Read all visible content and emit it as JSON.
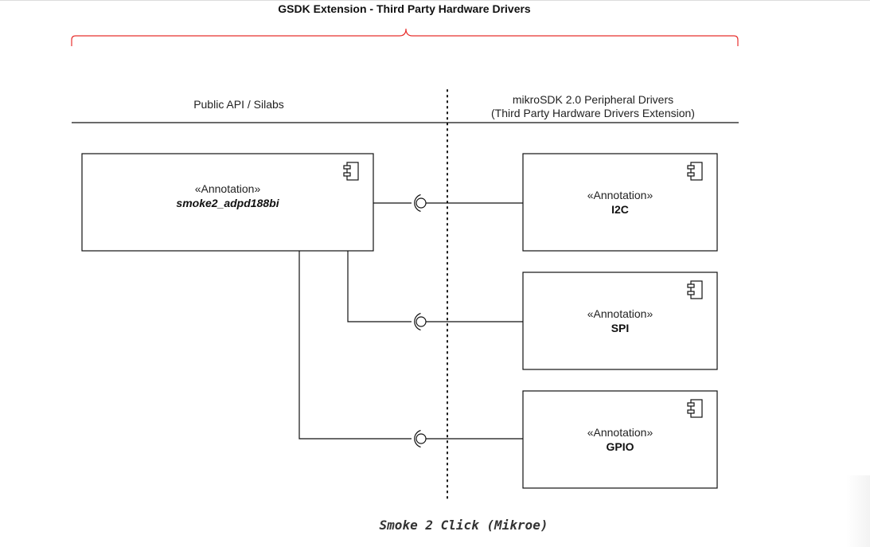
{
  "title": "GSDK Extension - Third Party Hardware Drivers",
  "columns": {
    "left_label": "Public API / Silabs",
    "right_label_line1": "mikroSDK 2.0 Peripheral Drivers",
    "right_label_line2": "(Third Party Hardware Drivers Extension)"
  },
  "components": {
    "main": {
      "stereotype": "«Annotation»",
      "name": "smoke2_adpd188bi"
    },
    "i2c": {
      "stereotype": "«Annotation»",
      "name": "I2C"
    },
    "spi": {
      "stereotype": "«Annotation»",
      "name": "SPI"
    },
    "gpio": {
      "stereotype": "«Annotation»",
      "name": "GPIO"
    }
  },
  "caption": "Smoke 2 Click (Mikroe)",
  "colors": {
    "brace": "#e8312f",
    "line": "#111111"
  },
  "icons": {
    "component": "uml-component-icon",
    "interface": "ball-and-socket-interface"
  }
}
